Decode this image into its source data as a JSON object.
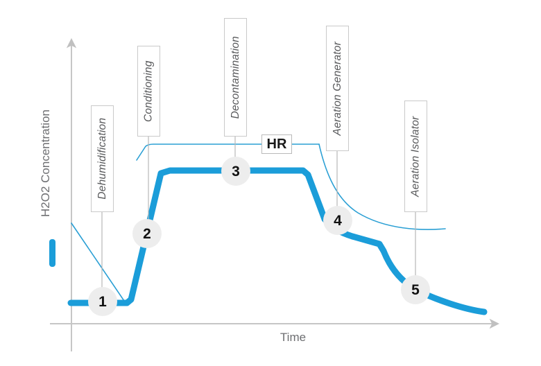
{
  "chart_data": {
    "type": "line",
    "title": "",
    "xlabel": "Time",
    "ylabel": "H2O2 Concentration",
    "grid": false,
    "legend_position": "left",
    "axes": {
      "x_axis_arrow": true,
      "y_axis_arrow": true,
      "tick_labels_x": [],
      "tick_labels_y": []
    },
    "series": [
      {
        "name": "H2O2 Concentration",
        "style": "thick",
        "color": "#1b9dd9",
        "points": [
          {
            "x": 0.01,
            "y": 0.02
          },
          {
            "x": 0.13,
            "y": 0.02
          },
          {
            "x": 0.18,
            "y": 0.02
          },
          {
            "x": 0.2,
            "y": 0.46
          },
          {
            "x": 0.24,
            "y": 0.9
          },
          {
            "x": 0.57,
            "y": 0.9
          },
          {
            "x": 0.6,
            "y": 0.8
          },
          {
            "x": 0.63,
            "y": 0.55
          },
          {
            "x": 0.7,
            "y": 0.44
          },
          {
            "x": 0.76,
            "y": 0.4
          },
          {
            "x": 0.78,
            "y": 0.33
          },
          {
            "x": 0.84,
            "y": 0.22
          },
          {
            "x": 0.91,
            "y": 0.15
          },
          {
            "x": 0.99,
            "y": 0.13
          }
        ]
      },
      {
        "name": "HR",
        "style": "thin",
        "color": "#2a9fd4",
        "points": [
          {
            "x": 0.0,
            "y": 0.58
          },
          {
            "x": 0.13,
            "y": 0.02
          },
          {
            "x": 0.21,
            "y": 0.98
          },
          {
            "x": 0.6,
            "y": 0.98
          },
          {
            "x": 0.66,
            "y": 0.7
          },
          {
            "x": 0.76,
            "y": 0.48
          },
          {
            "x": 0.88,
            "y": 0.4
          },
          {
            "x": 0.99,
            "y": 0.38
          }
        ]
      }
    ],
    "markers": [
      {
        "id": "1",
        "label": "1",
        "phase": "Dehumidification"
      },
      {
        "id": "2",
        "label": "2",
        "phase": "Conditioning"
      },
      {
        "id": "3",
        "label": "3",
        "phase": "Decontamination"
      },
      {
        "id": "4",
        "label": "4",
        "phase": "Aeration Generator"
      },
      {
        "id": "5",
        "label": "5",
        "phase": "Aeration Isolator"
      }
    ],
    "annotations": [
      {
        "text": "Dehumidification",
        "orientation": "vertical"
      },
      {
        "text": "Conditioning",
        "orientation": "vertical"
      },
      {
        "text": "Decontamination",
        "orientation": "vertical"
      },
      {
        "text": "Aeration Generator",
        "orientation": "vertical"
      },
      {
        "text": "Aeration Isolator",
        "orientation": "vertical"
      },
      {
        "text": "HR",
        "orientation": "horizontal"
      }
    ],
    "colors": {
      "thick_line": "#1b9dd9",
      "thin_line": "#2a9fd4",
      "axis": "#c6c6c6",
      "marker_fill": "#ededed",
      "marker_text": "#111111",
      "label_text": "#58595b",
      "axis_title": "#6d6e71",
      "callout_border": "#c9c9c9",
      "background": "#ffffff"
    }
  },
  "axis": {
    "y_title": "H2O2 Concentration",
    "x_title": "Time"
  },
  "callouts": {
    "dehumidification": "Dehumidification",
    "conditioning": "Conditioning",
    "decontamination": "Decontamination",
    "aeration_generator": "Aeration Generator",
    "aeration_isolator": "Aeration Isolator",
    "hr": "HR"
  },
  "markers": {
    "one": "1",
    "two": "2",
    "three": "3",
    "four": "4",
    "five": "5"
  }
}
